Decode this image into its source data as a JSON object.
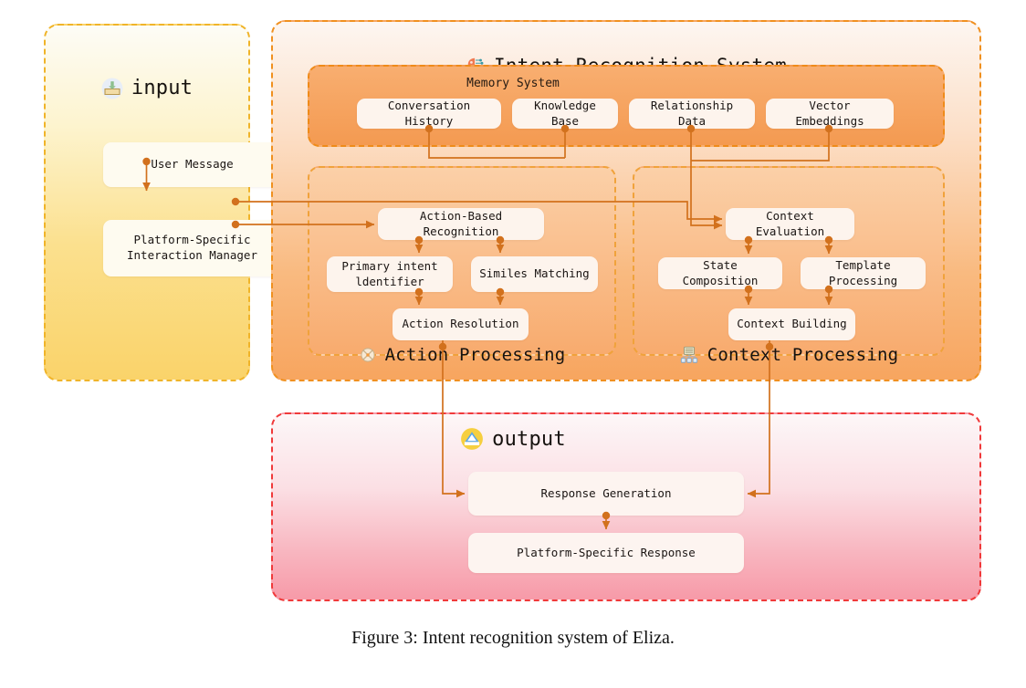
{
  "figure": {
    "caption": "Figure 3: Intent recognition system of Eliza."
  },
  "colors": {
    "input_border": "#f0b429",
    "system_border": "#f0901f",
    "output_border": "#f0393a",
    "memory_border": "#ef8b19",
    "subsection_border": "#f0a23b",
    "connector": "#d2711d",
    "node_bg": "#fdf4ed"
  },
  "input_panel": {
    "title": "input",
    "icon": "inbox-tray-icon",
    "nodes": [
      {
        "label": "User Message"
      },
      {
        "label": "Platform-Specific\nInteraction Manager"
      }
    ]
  },
  "system_panel": {
    "title": "Intent Recognition System",
    "icon": "brain-circuit-icon",
    "memory": {
      "title": "Memory System",
      "nodes": [
        {
          "label": "Conversation History"
        },
        {
          "label": "Knowledge Base"
        },
        {
          "label": "Relationship Data"
        },
        {
          "label": "Vector Embeddings"
        }
      ]
    },
    "action_processing": {
      "title": "Action Processing",
      "icon": "crossed-target-icon",
      "nodes": [
        {
          "label": "Action-Based Recognition"
        },
        {
          "label": "Primary intent\nldentifier"
        },
        {
          "label": "Similes Matching"
        },
        {
          "label": "Action Resolution"
        }
      ]
    },
    "context_processing": {
      "title": "Context Processing",
      "icon": "org-chart-icon",
      "nodes": [
        {
          "label": "Context Evaluation"
        },
        {
          "label": "State Composition"
        },
        {
          "label": "Template Processing"
        },
        {
          "label": "Context Building"
        }
      ]
    }
  },
  "output_panel": {
    "title": "output",
    "icon": "outbox-tray-icon",
    "nodes": [
      {
        "label": "Response Generation"
      },
      {
        "label": "Platform-Specific Response"
      }
    ]
  },
  "chart_data": {
    "type": "diagram",
    "title": "Intent recognition system of Eliza",
    "groups": [
      {
        "name": "input",
        "members": [
          "User Message",
          "Platform-Specific Interaction Manager"
        ]
      },
      {
        "name": "Intent Recognition System",
        "subgroups": [
          {
            "name": "Memory System",
            "members": [
              "Conversation History",
              "Knowledge Base",
              "Relationship Data",
              "Vector Embeddings"
            ]
          },
          {
            "name": "Action Processing",
            "members": [
              "Action-Based Recognition",
              "Primary intent ldentifier",
              "Similes Matching",
              "Action Resolution"
            ]
          },
          {
            "name": "Context Processing",
            "members": [
              "Context Evaluation",
              "State Composition",
              "Template Processing",
              "Context Building"
            ]
          }
        ]
      },
      {
        "name": "output",
        "members": [
          "Response Generation",
          "Platform-Specific Response"
        ]
      }
    ],
    "edges": [
      {
        "from": "User Message",
        "to": "Platform-Specific Interaction Manager"
      },
      {
        "from": "Platform-Specific Interaction Manager",
        "to": "Context Evaluation"
      },
      {
        "from": "Platform-Specific Interaction Manager",
        "to": "Action-Based Recognition"
      },
      {
        "from": "Conversation History",
        "to": "Action-Based Recognition"
      },
      {
        "from": "Knowledge Base",
        "to": "Action-Based Recognition"
      },
      {
        "from": "Relationship Data",
        "to": "Context Evaluation"
      },
      {
        "from": "Vector Embeddings",
        "to": "Context Evaluation"
      },
      {
        "from": "Action-Based Recognition",
        "to": "Primary intent ldentifier"
      },
      {
        "from": "Action-Based Recognition",
        "to": "Similes Matching"
      },
      {
        "from": "Primary intent ldentifier",
        "to": "Action Resolution"
      },
      {
        "from": "Similes Matching",
        "to": "Action Resolution"
      },
      {
        "from": "Context Evaluation",
        "to": "State Composition"
      },
      {
        "from": "Context Evaluation",
        "to": "Template Processing"
      },
      {
        "from": "State Composition",
        "to": "Context Building"
      },
      {
        "from": "Template Processing",
        "to": "Context Building"
      },
      {
        "from": "Action Resolution",
        "to": "Response Generation"
      },
      {
        "from": "Context Building",
        "to": "Response Generation"
      },
      {
        "from": "Response Generation",
        "to": "Platform-Specific Response"
      }
    ]
  }
}
